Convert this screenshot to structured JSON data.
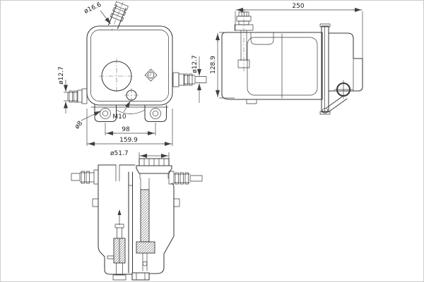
{
  "colors": {
    "line": "#3a3a3a",
    "dimension": "#474747",
    "background": "#ffffff",
    "frame": "#cccccc"
  },
  "front_view": {
    "top_port_diameter": "ø16.6",
    "left_port_diameter": "ø12.7",
    "right_port_diameter": "ø12.7",
    "sensor_thread": "M10",
    "mount_hole_diameter": "ø8",
    "mount_hole_spacing": "98",
    "overall_width": "159.9"
  },
  "side_view": {
    "overall_length": "250",
    "overall_height": "128.9"
  },
  "section_view": {
    "filler_neck_diameter": "ø51.7"
  }
}
